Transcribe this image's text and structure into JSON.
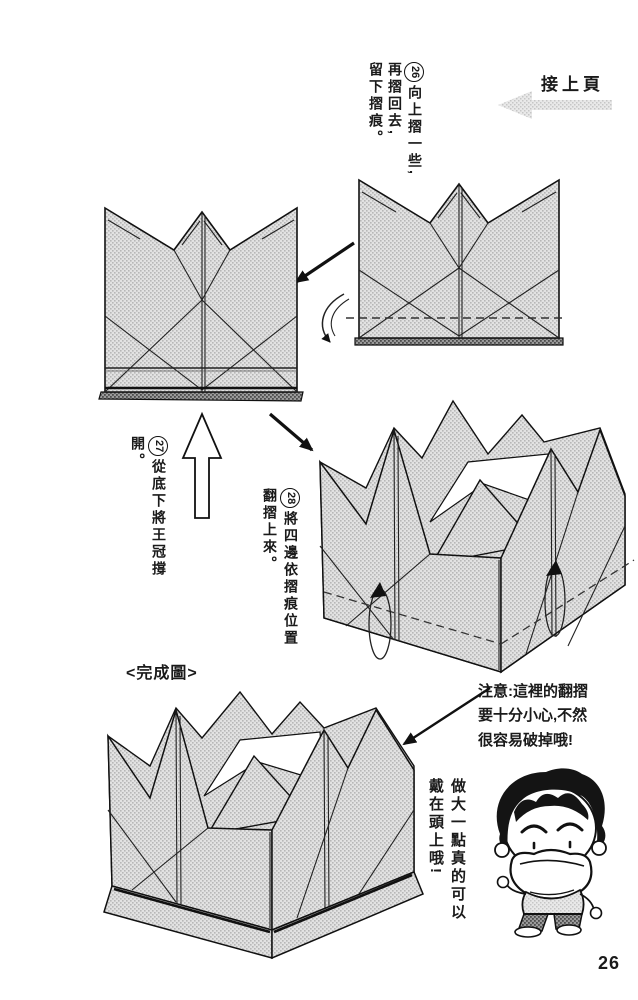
{
  "header": {
    "continue_label": "接上頁"
  },
  "steps": [
    {
      "num": "26",
      "lines": [
        "向上摺一些,",
        "再摺回去,",
        "留下摺痕。"
      ]
    },
    {
      "num": "27",
      "lines": [
        "從底下將王冠撐開。"
      ]
    },
    {
      "num": "28",
      "lines": [
        "將四邊依摺痕位置",
        "翻摺上來。"
      ]
    }
  ],
  "labels": {
    "completed": "<完成圖>"
  },
  "note": {
    "lines": [
      "注意:這裡的翻摺",
      "要十分小心,不然",
      "很容易破掉哦!"
    ]
  },
  "speech": {
    "lines": [
      "做大一點真的可以",
      "戴在頭上哦!"
    ]
  },
  "page_number": "26",
  "icons": {
    "continue_arrow": "gray-left-arrow",
    "step_flow_arrows": "black-diagonal-arrows",
    "fold_back_arrow": "curved-down-arrow",
    "open_crown_arrow": "outline-up-arrow",
    "flip_up_arrows": "loop-up-arrows"
  },
  "colors": {
    "paper": "#ffffff",
    "ink": "#1a1a1a",
    "origami_fill": "#dedede",
    "halftone_dot": "#b7b7b7",
    "continue_arrow_gray": "#c9c9c9",
    "pants_gray": "#a9a9a9"
  }
}
